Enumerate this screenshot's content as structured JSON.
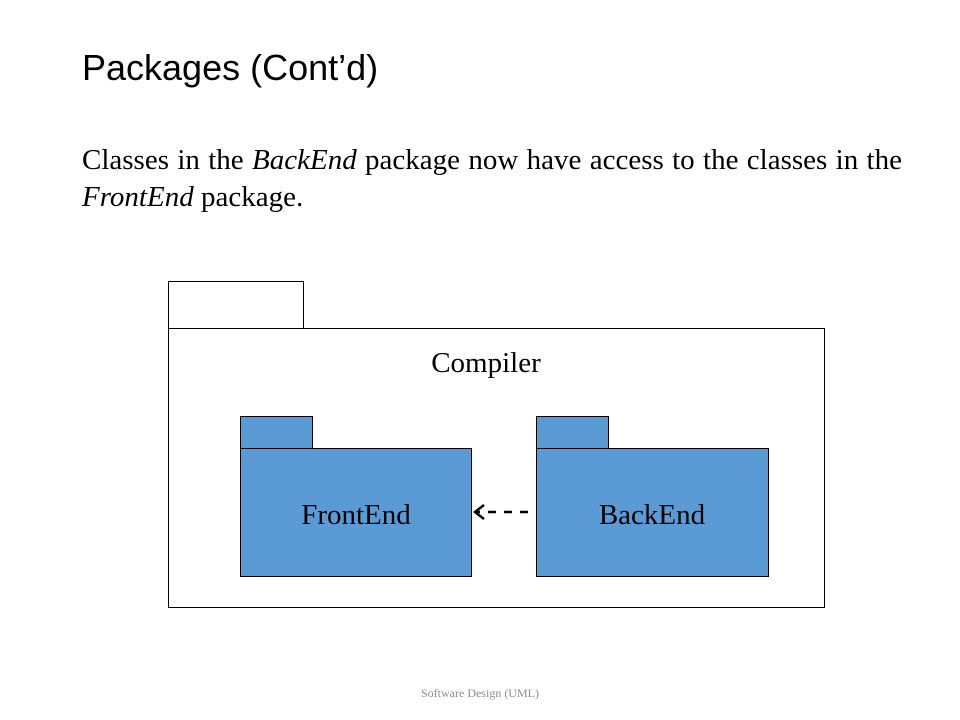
{
  "slide": {
    "title": "Packages (Cont’d)",
    "body": {
      "t1": "Classes in the ",
      "em1": "BackEnd",
      "t2": " package now have access to the classes in the ",
      "em2": "FrontEnd",
      "t3": " package."
    },
    "footer": "Software Design (UML)"
  },
  "diagram": {
    "outer_package": "Compiler",
    "packages": [
      {
        "label": "FrontEnd"
      },
      {
        "label": "BackEnd"
      }
    ],
    "dependency": {
      "from": "BackEnd",
      "to": "FrontEnd",
      "style": "dashed-open-arrow"
    },
    "colors": {
      "package_fill": "#5b9bd5",
      "outline": "#000000",
      "background": "#ffffff"
    }
  }
}
